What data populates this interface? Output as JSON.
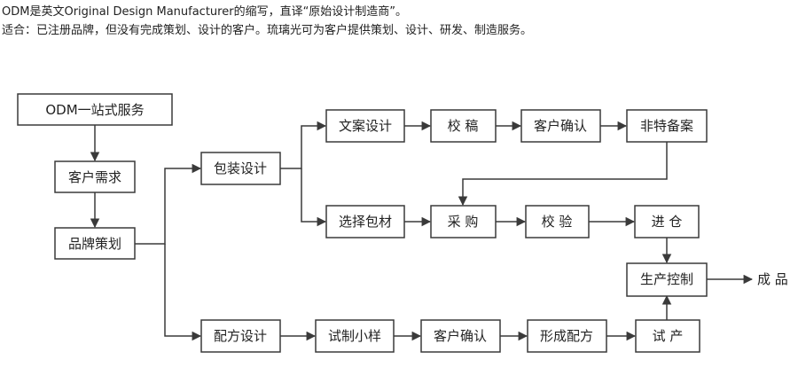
{
  "intro": {
    "line1": "ODM是英文Original Design Manufacturer的缩写，直译“原始设计制造商”。",
    "line2": "适合：已注册品牌，但没有完成策划、设计的客户。琉璃光可为客户提供策划、设计、研发、制造服务。"
  },
  "flow": {
    "nodes": {
      "odm": "ODM一站式服务",
      "demand": "客户需求",
      "brand": "品牌策划",
      "packaging": "包装设计",
      "copy": "文案设计",
      "proof": "校 稿",
      "confirm1": "客户确认",
      "filing": "非特备案",
      "material": "选择包材",
      "purchase": "采 购",
      "inspect": "校 验",
      "warehouse": "进 仓",
      "production": "生产控制",
      "formula": "配方设计",
      "sample": "试制小样",
      "confirm2": "客户确认",
      "finalize": "形成配方",
      "trial": "试 产"
    },
    "output_label": "成 品"
  }
}
